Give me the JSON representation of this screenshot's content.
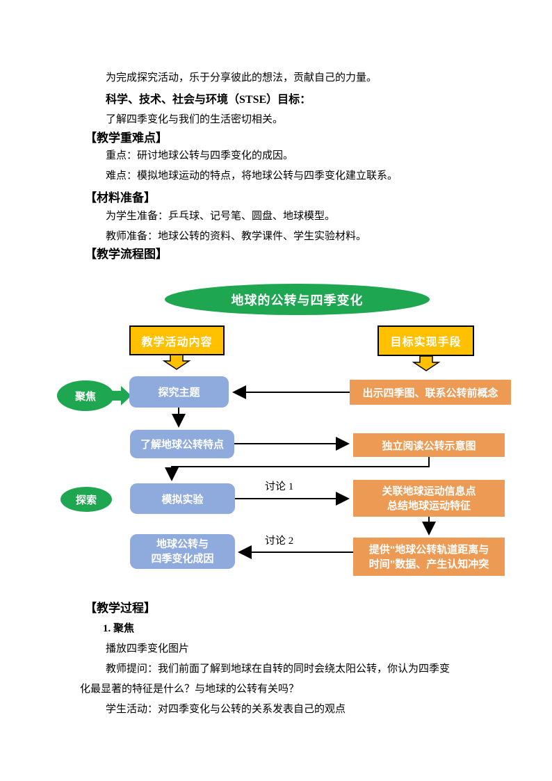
{
  "document": {
    "intro_line": "为完成探究活动，乐于分享彼此的想法，贡献自己的力量。",
    "stse_heading": "科学、技术、社会与环境（STSE）目标：",
    "stse_body": "了解四季变化与我们的生活密切相关。",
    "key_points_heading": "【教学重难点】",
    "key_point_focus": "重点：研讨地球公转与四季变化的成因。",
    "key_point_difficulty": "难点：模拟地球运动的特点，将地球公转与四季变化建立联系。",
    "materials_heading": "【材料准备】",
    "materials_students": "为学生准备：乒乓球、记号笔、圆盘、地球模型。",
    "materials_teacher": "教师准备：地球公转的资料、教学课件、学生实验材料。",
    "flowchart_heading": "【教学流程图】",
    "process_heading": "【教学过程】",
    "process_step1": "1. 聚焦",
    "process_line1": "播放四季变化图片",
    "process_line2": "教师提问：我们前面了解到地球在自转的同时会绕太阳公转，你认为四季变",
    "process_line3": "化最显著的特征是什么？与地球的公转有关吗？",
    "process_line4": "学生活动：对四季变化与公转的关系发表自己的观点"
  },
  "flowchart": {
    "title": "地球的公转与四季变化",
    "column_left_header": "教学活动内容",
    "column_right_header": "目标实现手段",
    "stage_focus": "聚焦",
    "stage_explore": "探索",
    "activity_explore_theme": "探究主题",
    "activity_revolution_features": "了解地球公转特点",
    "activity_simulation": "模拟实验",
    "activity_cause_line1": "地球公转与",
    "activity_cause_line2": "四季变化成因",
    "method_show_seasons": "出示四季图、联系公转前概念",
    "method_read_diagram": "独立阅读公转示意图",
    "method_link_info_line1": "关联地球运动信息点",
    "method_link_info_line2": "总结地球运动特征",
    "method_provide_data_line1": "提供“地球公转轨道距离与",
    "method_provide_data_line2": "时间”数据、产生认知冲突",
    "discussion_label_1": "讨论 1",
    "discussion_label_2": "讨论 2",
    "colors": {
      "green": "#1EA750",
      "gold": "#FFC000",
      "blue": "#8FAADC",
      "orange": "#ED9B54"
    }
  }
}
